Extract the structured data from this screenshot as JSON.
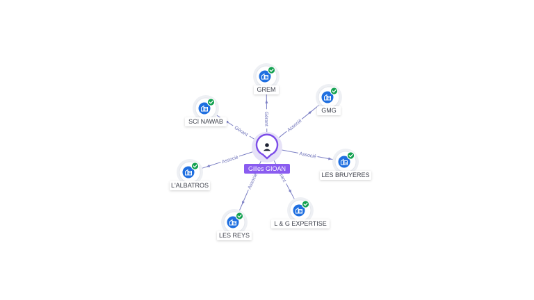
{
  "graph": {
    "center": {
      "name": "Gilles GIOAN",
      "icon": "person-icon",
      "accent_color": "#7c4de8"
    },
    "companies": [
      {
        "id": "grem",
        "name": "GREM",
        "relation": "Gérant",
        "icon": "company-building-icon",
        "verified": true
      },
      {
        "id": "gmg",
        "name": "GMG",
        "relation": "Associé",
        "icon": "company-building-icon",
        "verified": true
      },
      {
        "id": "les-bruyeres",
        "name": "LES BRUYERES",
        "relation": "Associé",
        "icon": "company-building-icon",
        "verified": true
      },
      {
        "id": "l-g-expertise",
        "name": "L & G EXPERTISE",
        "relation": "Gérant",
        "icon": "company-building-icon",
        "verified": true
      },
      {
        "id": "les-reys",
        "name": "LES REYS",
        "relation": "Associé",
        "icon": "company-building-icon",
        "verified": true
      },
      {
        "id": "lalbatros",
        "name": "L'ALBATROS",
        "relation": "Associé",
        "icon": "company-building-icon",
        "verified": true
      },
      {
        "id": "sci-nawab",
        "name": "SCI NAWAB",
        "relation": "Gérant",
        "icon": "company-building-icon",
        "verified": true
      }
    ],
    "colors": {
      "company_icon": "#1f6fe0",
      "verified_badge": "#12a150",
      "edge": "#7b7fc4"
    }
  }
}
